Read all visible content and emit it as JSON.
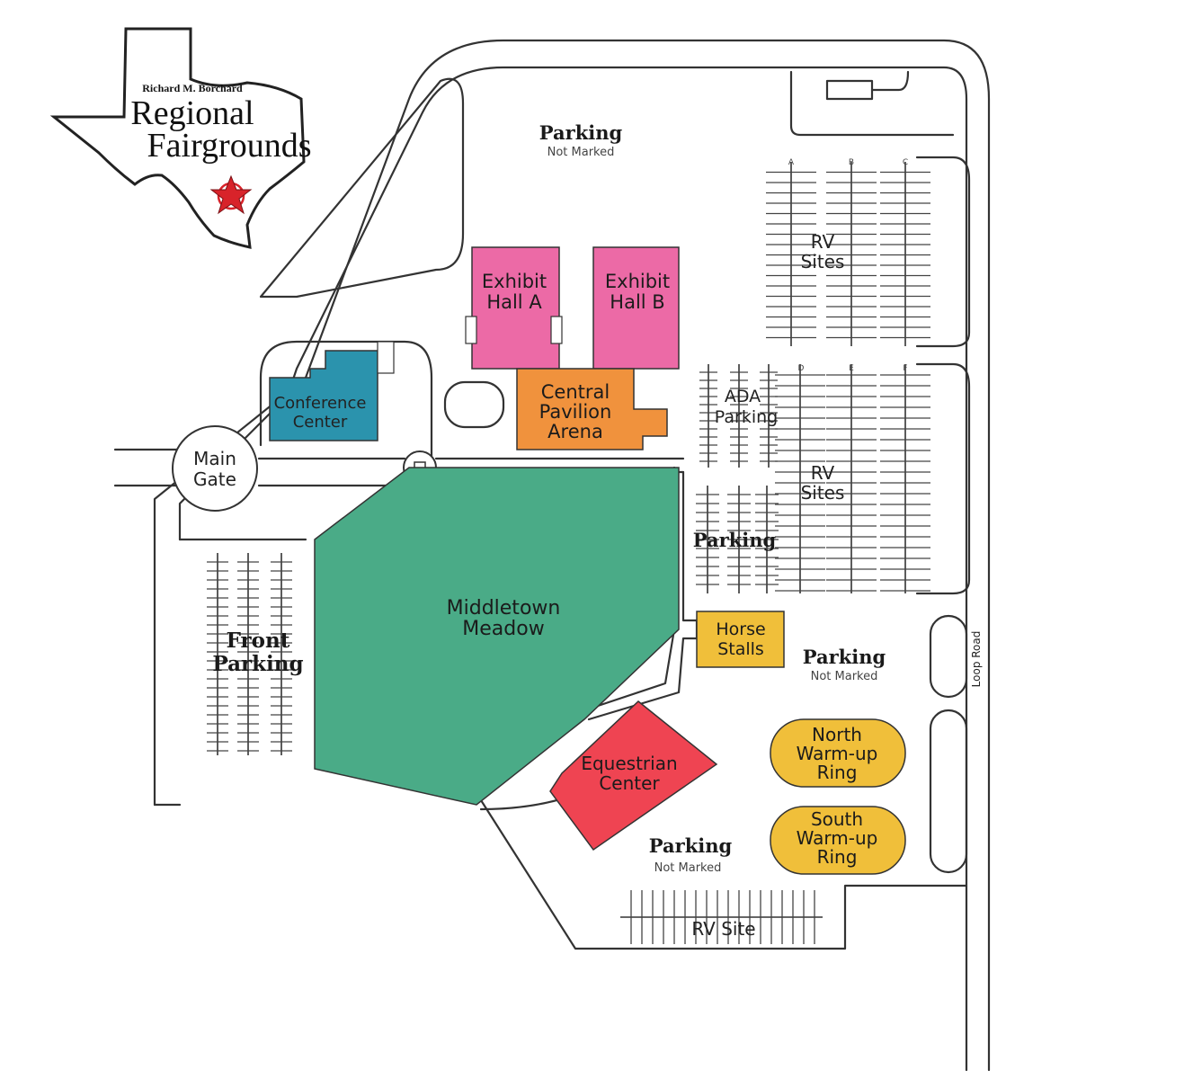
{
  "logo": {
    "line1": "Richard M. Borchard",
    "line2": "Regional",
    "line3": "Fairgrounds",
    "star_color": "#d8232a"
  },
  "colors": {
    "meadow": "#4aab87",
    "exhibit": "#ec6aa6",
    "pavilion": "#f0923d",
    "conference": "#2b93ad",
    "equestrian": "#ef4452",
    "yellow": "#f0bf3a"
  },
  "labels": {
    "main_gate": [
      "Main",
      "Gate"
    ],
    "conference_center": [
      "Conference",
      "Center"
    ],
    "exhibit_a": [
      "Exhibit",
      "Hall A"
    ],
    "exhibit_b": [
      "Exhibit",
      "Hall B"
    ],
    "central_pavilion": [
      "Central",
      "Pavilion",
      "Arena"
    ],
    "ada_parking": [
      "ADA",
      "Parking"
    ],
    "middletown_meadow": [
      "Middletown",
      "Meadow"
    ],
    "front_parking": [
      "Front",
      "Parking"
    ],
    "horse_stalls": [
      "Horse",
      "Stalls"
    ],
    "equestrian_center": [
      "Equestrian",
      "Center"
    ],
    "north_ring": [
      "North",
      "Warm-up",
      "Ring"
    ],
    "south_ring": [
      "South",
      "Warm-up",
      "Ring"
    ],
    "rv_sites_top": [
      "RV",
      "Sites"
    ],
    "rv_sites_mid": [
      "RV",
      "Sites"
    ],
    "rv_site_bottom": "RV Site",
    "loop_road": "Loop Road",
    "parking": "Parking",
    "not_marked": "Not Marked",
    "rv_rows": [
      "A",
      "B",
      "C",
      "D",
      "E",
      "F"
    ]
  }
}
